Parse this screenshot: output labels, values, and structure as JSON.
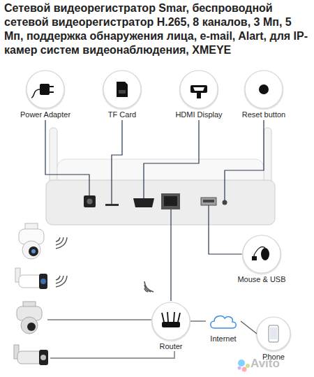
{
  "diagram": {
    "title": "Сетевой видеорегистратор Smar, беспроводной сетевой видеорегистратор H.265, 8 каналов, 3 Мп, 5 Мп, поддержка обнаружения лица, e-mail, Alart, для IP-камер систем видеонаблюдения, XMEYE",
    "nodes": [
      {
        "text": [
          "Power Adapter"
        ]
      },
      {
        "text": [
          "TF Card"
        ]
      },
      {
        "text": [
          "HDMI Display"
        ]
      },
      {
        "text": [
          "Reset button"
        ]
      },
      {
        "text": [
          "Mouse & USB"
        ]
      },
      {
        "text": [
          "Router"
        ]
      },
      {
        "text": [
          "Internet"
        ]
      },
      {
        "text": [
          "Phone"
        ]
      }
    ],
    "edges": [
      {
        "from": 5,
        "to": 6,
        "arrow": "none"
      },
      {
        "from": 6,
        "to": 7,
        "arrow": "none"
      }
    ],
    "labels": [
      "Avito"
    ]
  }
}
